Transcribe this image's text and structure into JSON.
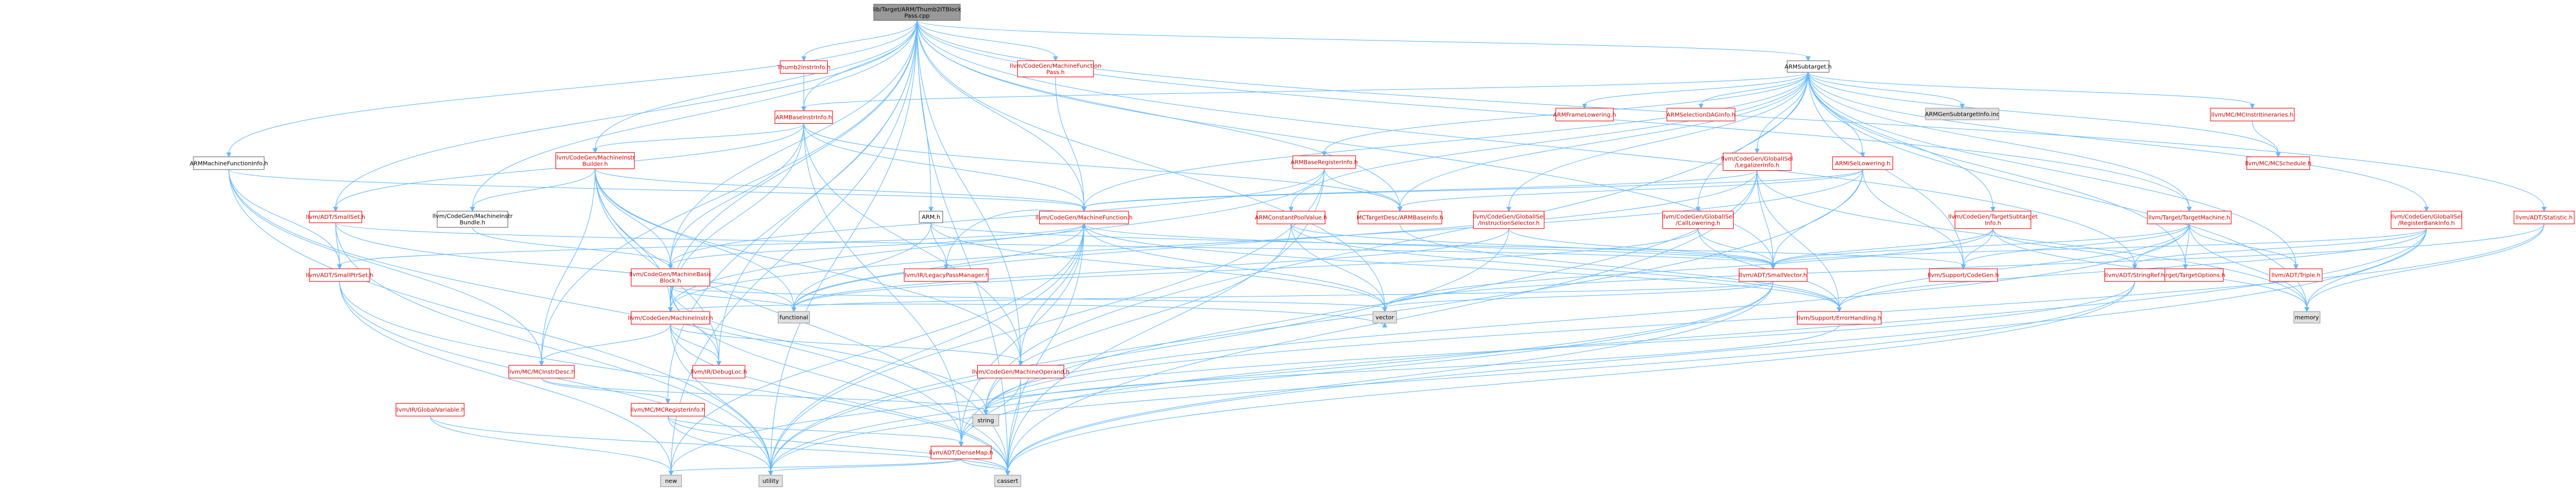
{
  "diagram": {
    "nodes": [
      {
        "id": "root",
        "lines": [
          "lib/Target/ARM/Thumb2ITBlock",
          "Pass.cpp"
        ],
        "style": "gray"
      },
      {
        "id": "thumb2instr",
        "lines": [
          "Thumb2InstrInfo.h"
        ],
        "style": "red"
      },
      {
        "id": "mfpass",
        "lines": [
          "llvm/CodeGen/MachineFunction",
          "Pass.h"
        ],
        "style": "red"
      },
      {
        "id": "armsubtarget",
        "lines": [
          "ARMSubtarget.h"
        ],
        "style": "black"
      },
      {
        "id": "armbaseinstr",
        "lines": [
          "ARMBaseInstrInfo.h"
        ],
        "style": "red"
      },
      {
        "id": "mfi",
        "lines": [
          "ARMMachineFunctionInfo.h"
        ],
        "style": "black"
      },
      {
        "id": "mib",
        "lines": [
          "llvm/CodeGen/MachineInstr",
          "Builder.h"
        ],
        "style": "red"
      },
      {
        "id": "smallset",
        "lines": [
          "llvm/ADT/SmallSet.h"
        ],
        "style": "red"
      },
      {
        "id": "mibundle",
        "lines": [
          "llvm/CodeGen/MachineInstr",
          "Bundle.h"
        ],
        "style": "black"
      },
      {
        "id": "armh",
        "lines": [
          "ARM.h"
        ],
        "style": "black"
      },
      {
        "id": "armbasereg",
        "lines": [
          "ARMBaseRegisterInfo.h"
        ],
        "style": "red"
      },
      {
        "id": "armcpv",
        "lines": [
          "ARMConstantPoolValue.h"
        ],
        "style": "red"
      },
      {
        "id": "mf",
        "lines": [
          "llvm/CodeGen/MachineFunction.h"
        ],
        "style": "red"
      },
      {
        "id": "armframe",
        "lines": [
          "ARMFrameLowering.h"
        ],
        "style": "red"
      },
      {
        "id": "armseldag",
        "lines": [
          "ARMSelectionDAGInfo.h"
        ],
        "style": "red"
      },
      {
        "id": "gisellegalize",
        "lines": [
          "llvm/CodeGen/GlobalISel",
          "/LegalizerInfo.h"
        ],
        "style": "red"
      },
      {
        "id": "armisel",
        "lines": [
          "ARMISelLowering.h"
        ],
        "style": "red"
      },
      {
        "id": "armgensub",
        "lines": [
          "ARMGenSubtargetInfo.inc"
        ],
        "style": "light"
      },
      {
        "id": "mcinstrit",
        "lines": [
          "llvm/MC/MCInstrItineraries.h"
        ],
        "style": "red"
      },
      {
        "id": "mcsched",
        "lines": [
          "llvm/MC/MCSchedule.h"
        ],
        "style": "red"
      },
      {
        "id": "gisel_is",
        "lines": [
          "llvm/CodeGen/GlobalISel",
          "/InstructionSelector.h"
        ],
        "style": "red"
      },
      {
        "id": "gisel_call",
        "lines": [
          "llvm/CodeGen/GlobalISel",
          "/CallLowering.h"
        ],
        "style": "red"
      },
      {
        "id": "mctarget",
        "lines": [
          "MCTargetDesc/ARMBaseInfo.h"
        ],
        "style": "red"
      },
      {
        "id": "tsubinfo",
        "lines": [
          "llvm/CodeGen/TargetSubtarget",
          "Info.h"
        ],
        "style": "red"
      },
      {
        "id": "tmachine",
        "lines": [
          "llvm/Target/TargetMachine.h"
        ],
        "style": "red"
      },
      {
        "id": "gisel_rb",
        "lines": [
          "llvm/CodeGen/GlobalISel",
          "/RegisterBankInfo.h"
        ],
        "style": "red"
      },
      {
        "id": "statistic",
        "lines": [
          "llvm/ADT/Statistic.h"
        ],
        "style": "red"
      },
      {
        "id": "legacypm",
        "lines": [
          "llvm/IR/LegacyPassManager.h"
        ],
        "style": "red"
      },
      {
        "id": "smallptrset",
        "lines": [
          "llvm/ADT/SmallPtrSet.h"
        ],
        "style": "red"
      },
      {
        "id": "mbb",
        "lines": [
          "llvm/CodeGen/MachineBasic",
          "Block.h"
        ],
        "style": "red"
      },
      {
        "id": "smallvector",
        "lines": [
          "llvm/ADT/SmallVector.h"
        ],
        "style": "red"
      },
      {
        "id": "codegen",
        "lines": [
          "llvm/Support/CodeGen.h"
        ],
        "style": "red"
      },
      {
        "id": "toptions",
        "lines": [
          "llvm/Target/TargetOptions.h"
        ],
        "style": "red"
      },
      {
        "id": "stringref",
        "lines": [
          "llvm/ADT/StringRef.h"
        ],
        "style": "red"
      },
      {
        "id": "triple",
        "lines": [
          "llvm/ADT/Triple.h"
        ],
        "style": "red"
      },
      {
        "id": "functional",
        "lines": [
          "functional"
        ],
        "style": "light"
      },
      {
        "id": "vector",
        "lines": [
          "vector"
        ],
        "style": "light"
      },
      {
        "id": "errorh",
        "lines": [
          "llvm/Support/ErrorHandling.h"
        ],
        "style": "red"
      },
      {
        "id": "memory",
        "lines": [
          "memory"
        ],
        "style": "light"
      },
      {
        "id": "mi",
        "lines": [
          "llvm/CodeGen/MachineInstr.h"
        ],
        "style": "red"
      },
      {
        "id": "mcinstrdesc",
        "lines": [
          "llvm/MC/MCInstrDesc.h"
        ],
        "style": "red"
      },
      {
        "id": "debugloc",
        "lines": [
          "llvm/IR/DebugLoc.h"
        ],
        "style": "red"
      },
      {
        "id": "mop",
        "lines": [
          "llvm/CodeGen/MachineOperand.h"
        ],
        "style": "red"
      },
      {
        "id": "string",
        "lines": [
          "string"
        ],
        "style": "light"
      },
      {
        "id": "mcreg",
        "lines": [
          "llvm/MC/MCRegisterInfo.h"
        ],
        "style": "red"
      },
      {
        "id": "globalvar",
        "lines": [
          "llvm/IR/GlobalVariable.h"
        ],
        "style": "red"
      },
      {
        "id": "densemap",
        "lines": [
          "llvm/ADT/DenseMap.h"
        ],
        "style": "red"
      },
      {
        "id": "new",
        "lines": [
          "new"
        ],
        "style": "light"
      },
      {
        "id": "utility",
        "lines": [
          "utility"
        ],
        "style": "light"
      },
      {
        "id": "cassert",
        "lines": [
          "cassert"
        ],
        "style": "light"
      }
    ],
    "edges": [
      [
        "root",
        "thumb2instr"
      ],
      [
        "root",
        "mfpass"
      ],
      [
        "root",
        "armsubtarget"
      ],
      [
        "root",
        "armbaseinstr"
      ],
      [
        "root",
        "mfi"
      ],
      [
        "root",
        "mib"
      ],
      [
        "root",
        "smallset"
      ],
      [
        "root",
        "mibundle"
      ],
      [
        "root",
        "armh"
      ],
      [
        "root",
        "mf"
      ],
      [
        "root",
        "mbb"
      ],
      [
        "root",
        "mi"
      ],
      [
        "root",
        "mop"
      ],
      [
        "root",
        "mcinstrdesc"
      ],
      [
        "root",
        "mcreg"
      ],
      [
        "root",
        "debugloc"
      ],
      [
        "root",
        "statistic"
      ],
      [
        "root",
        "smallvector"
      ],
      [
        "root",
        "stringref"
      ],
      [
        "root",
        "mctarget"
      ],
      [
        "root",
        "tmachine"
      ],
      [
        "root",
        "new"
      ],
      [
        "root",
        "utility"
      ],
      [
        "root",
        "cassert"
      ],
      [
        "root",
        "vector"
      ],
      [
        "root",
        "iterator_placeholder"
      ],
      [
        "thumb2instr",
        "armbaseinstr"
      ],
      [
        "mfpass",
        "mf"
      ],
      [
        "armsubtarget",
        "armbaseinstr"
      ],
      [
        "armsubtarget",
        "armbasereg"
      ],
      [
        "armsubtarget",
        "armcpv"
      ],
      [
        "armsubtarget",
        "armframe"
      ],
      [
        "armsubtarget",
        "armseldag"
      ],
      [
        "armsubtarget",
        "gisellegalize"
      ],
      [
        "armsubtarget",
        "armisel"
      ],
      [
        "armsubtarget",
        "armgensub"
      ],
      [
        "armsubtarget",
        "mcinstrit"
      ],
      [
        "armsubtarget",
        "mcsched"
      ],
      [
        "armsubtarget",
        "gisel_is"
      ],
      [
        "armsubtarget",
        "gisel_call"
      ],
      [
        "armsubtarget",
        "mctarget"
      ],
      [
        "armsubtarget",
        "tsubinfo"
      ],
      [
        "armsubtarget",
        "tmachine"
      ],
      [
        "armsubtarget",
        "gisel_rb"
      ],
      [
        "armsubtarget",
        "toptions"
      ],
      [
        "armsubtarget",
        "triple"
      ],
      [
        "armsubtarget",
        "codegen"
      ],
      [
        "armsubtarget",
        "string"
      ],
      [
        "armsubtarget",
        "memory"
      ],
      [
        "armsubtarget",
        "mf"
      ],
      [
        "armbaseinstr",
        "mib"
      ],
      [
        "armbaseinstr",
        "smallset"
      ],
      [
        "armbaseinstr",
        "mf"
      ],
      [
        "armbaseinstr",
        "mbb"
      ],
      [
        "armbaseinstr",
        "mi"
      ],
      [
        "armbaseinstr",
        "mop"
      ],
      [
        "armbaseinstr",
        "densemap"
      ],
      [
        "armbaseinstr",
        "mctarget"
      ],
      [
        "mfi",
        "mf"
      ],
      [
        "mfi",
        "smallptrset"
      ],
      [
        "mfi",
        "densemap"
      ],
      [
        "mfi",
        "mcinstrdesc"
      ],
      [
        "mfi",
        "utility"
      ],
      [
        "mib",
        "mbb"
      ],
      [
        "mib",
        "mi"
      ],
      [
        "mib",
        "mf"
      ],
      [
        "mib",
        "mop"
      ],
      [
        "mib",
        "mibundle"
      ],
      [
        "mib",
        "debugloc"
      ],
      [
        "mib",
        "mcinstrdesc"
      ],
      [
        "mib",
        "functional"
      ],
      [
        "mib",
        "cassert"
      ],
      [
        "smallset",
        "smallptrset"
      ],
      [
        "smallset",
        "smallvector"
      ],
      [
        "smallset",
        "utility"
      ],
      [
        "smallset",
        "functional"
      ],
      [
        "mibundle",
        "mbb"
      ],
      [
        "armh",
        "legacypm"
      ],
      [
        "armh",
        "codegen"
      ],
      [
        "armh",
        "functional"
      ],
      [
        "armh",
        "vector"
      ],
      [
        "armbasereg",
        "mctarget"
      ],
      [
        "armbasereg",
        "mbb"
      ],
      [
        "armbasereg",
        "mi"
      ],
      [
        "armbasereg",
        "cassert"
      ],
      [
        "armbasereg",
        "utility"
      ],
      [
        "armcpv",
        "smallvector"
      ],
      [
        "armcpv",
        "string"
      ],
      [
        "armcpv",
        "vector"
      ],
      [
        "armcpv",
        "errorh"
      ],
      [
        "mf",
        "smallvector"
      ],
      [
        "mf",
        "mbb"
      ],
      [
        "mf",
        "errorh"
      ],
      [
        "mf",
        "densemap"
      ],
      [
        "mf",
        "functional"
      ],
      [
        "mf",
        "mop"
      ],
      [
        "mf",
        "new"
      ],
      [
        "mf",
        "utility"
      ],
      [
        "mf",
        "vector"
      ],
      [
        "mf",
        "cassert"
      ],
      [
        "mf",
        "smallptrset"
      ],
      [
        "gisellegalize",
        "smallvector"
      ],
      [
        "gisellegalize",
        "errorh"
      ],
      [
        "gisellegalize",
        "densemap"
      ],
      [
        "gisellegalize",
        "mf"
      ],
      [
        "gisellegalize",
        "cassert"
      ],
      [
        "gisellegalize",
        "memory"
      ],
      [
        "gisellegalize",
        "functional"
      ],
      [
        "armisel",
        "mf"
      ],
      [
        "armisel",
        "mctarget"
      ],
      [
        "armisel",
        "smallvector"
      ],
      [
        "armisel",
        "codegen"
      ],
      [
        "armisel",
        "utility"
      ],
      [
        "armisel",
        "mi"
      ],
      [
        "mcinstrit",
        "mcsched"
      ],
      [
        "gisel_is",
        "smallvector"
      ],
      [
        "gisel_is",
        "functional"
      ],
      [
        "gisel_is",
        "utility"
      ],
      [
        "gisel_call",
        "smallvector"
      ],
      [
        "gisel_call",
        "errorh"
      ],
      [
        "gisel_call",
        "functional"
      ],
      [
        "mctarget",
        "errorh"
      ],
      [
        "tsubinfo",
        "smallvector"
      ],
      [
        "tsubinfo",
        "codegen"
      ],
      [
        "tsubinfo",
        "memory"
      ],
      [
        "tsubinfo",
        "vector"
      ],
      [
        "tsubinfo",
        "stringref"
      ],
      [
        "tmachine",
        "stringref"
      ],
      [
        "tmachine",
        "triple"
      ],
      [
        "tmachine",
        "toptions"
      ],
      [
        "tmachine",
        "codegen"
      ],
      [
        "tmachine",
        "errorh"
      ],
      [
        "tmachine",
        "string"
      ],
      [
        "tmachine",
        "memory"
      ],
      [
        "tmachine",
        "smallvector"
      ],
      [
        "gisel_rb",
        "smallvector"
      ],
      [
        "gisel_rb",
        "errorh"
      ],
      [
        "gisel_rb",
        "cassert"
      ],
      [
        "gisel_rb",
        "memory"
      ],
      [
        "gisel_rb",
        "densemap"
      ],
      [
        "gisel_rb",
        "stringref"
      ],
      [
        "statistic",
        "memory"
      ],
      [
        "statistic",
        "vector"
      ],
      [
        "statistic",
        "string"
      ],
      [
        "smallptrset",
        "utility"
      ],
      [
        "smallptrset",
        "cassert"
      ],
      [
        "smallptrset",
        "new"
      ],
      [
        "mbb",
        "mi"
      ],
      [
        "mbb",
        "functional"
      ],
      [
        "mbb",
        "vector"
      ],
      [
        "mbb",
        "string"
      ],
      [
        "mbb",
        "cassert"
      ],
      [
        "mbb",
        "debugloc"
      ],
      [
        "smallvector",
        "utility"
      ],
      [
        "smallvector",
        "cassert"
      ],
      [
        "smallvector",
        "new"
      ],
      [
        "smallvector",
        "functional"
      ],
      [
        "smallvector",
        "vector"
      ],
      [
        "stringref",
        "string"
      ],
      [
        "stringref",
        "cassert"
      ],
      [
        "stringref",
        "utility"
      ],
      [
        "errorh",
        "string"
      ],
      [
        "mi",
        "mcinstrdesc"
      ],
      [
        "mi",
        "mop"
      ],
      [
        "mi",
        "debugloc"
      ],
      [
        "mi",
        "utility"
      ],
      [
        "mi",
        "cassert"
      ],
      [
        "mi",
        "vector"
      ],
      [
        "mcinstrdesc",
        "mcreg"
      ],
      [
        "mcinstrdesc",
        "string"
      ],
      [
        "mop",
        "densemap"
      ],
      [
        "mop",
        "cassert"
      ],
      [
        "mcreg",
        "densemap"
      ],
      [
        "mcreg",
        "cassert"
      ],
      [
        "mcreg",
        "utility"
      ],
      [
        "globalvar",
        "cassert"
      ],
      [
        "globalvar",
        "new"
      ],
      [
        "densemap",
        "utility"
      ],
      [
        "densemap",
        "cassert"
      ],
      [
        "densemap",
        "new"
      ],
      [
        "legacypm",
        "mf"
      ]
    ]
  }
}
